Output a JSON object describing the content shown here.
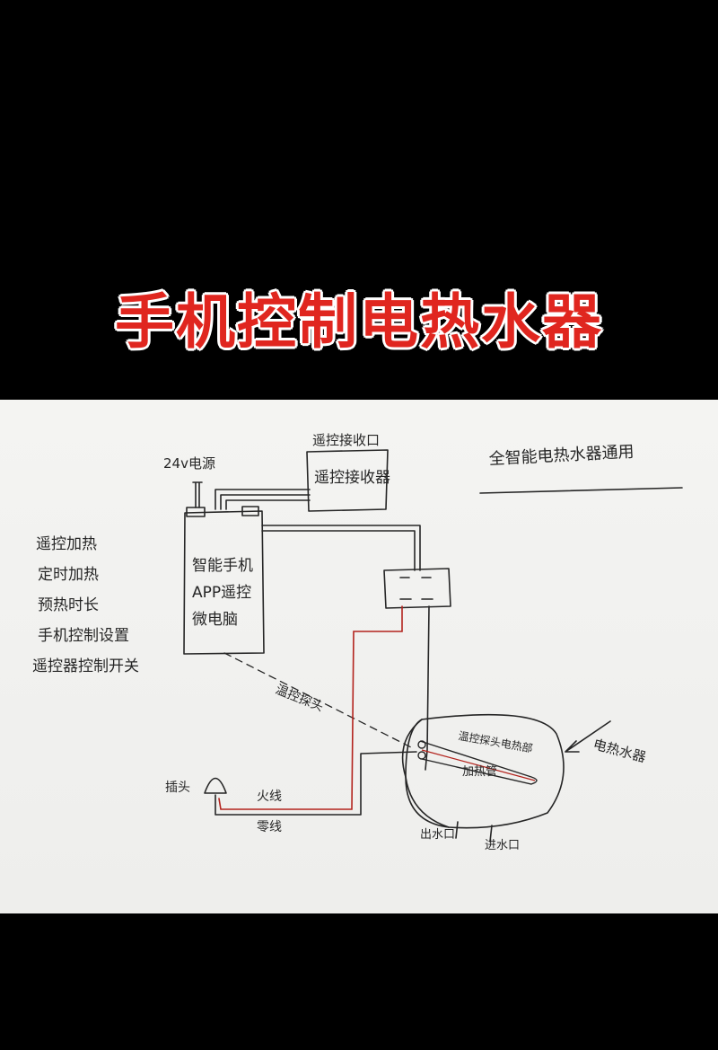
{
  "title": "手机控制电热水器",
  "colors": {
    "accent_title": "#e0261f",
    "ink": "#262626",
    "live_wire": "#b3231d",
    "paper": "#f2f2f0",
    "background": "#000000"
  },
  "diagram": {
    "power_label": "24v电源",
    "remote_receiver_label": "遥控接收口",
    "remote_receiver_box": "遥控接收器",
    "universal_note": "全智能电热水器通用",
    "controller_lines": [
      "智能手机",
      "APP遥控",
      "微电脑"
    ],
    "features": [
      "遥控加热",
      "定时加热",
      "预热时长",
      "手机控制设置",
      "遥控器控制开关"
    ],
    "temp_probe": "温控探头",
    "heater_inner": "温控探头电热部",
    "heating_tube": "加热管",
    "water_heater": "电热水器",
    "plug": "插头",
    "live_wire": "火线",
    "neutral_wire": "零线",
    "water_out": "出水口",
    "water_in": "进水口"
  }
}
